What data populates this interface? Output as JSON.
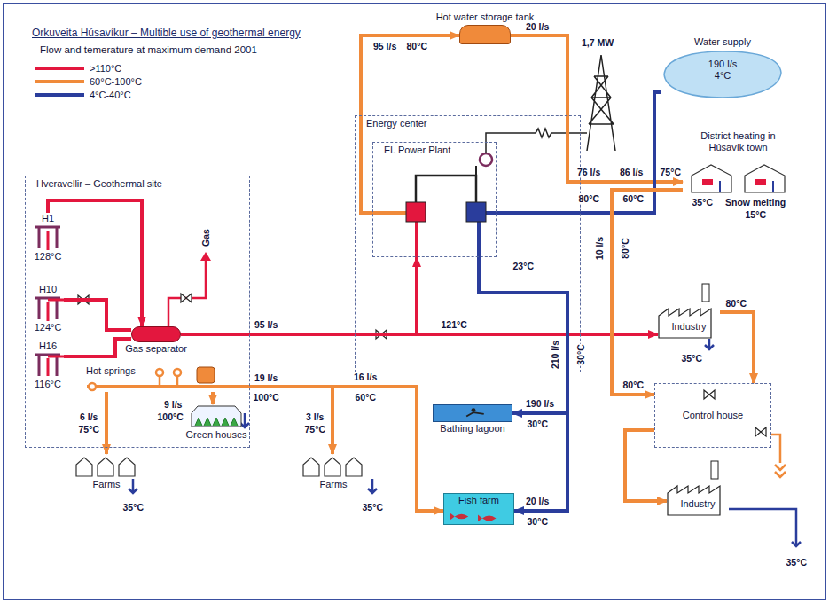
{
  "diagram": {
    "title": "Orkuveita Húsavíkur – Multible use of geothermal energy",
    "nodes": [
      {
        "text": [
          "Hveravellir – Geothermal site"
        ]
      },
      {
        "text": [
          "H1",
          "128°C"
        ],
        "in": 0
      },
      {
        "text": [
          "H10",
          "124°C"
        ],
        "in": 0
      },
      {
        "text": [
          "H16",
          "116°C"
        ],
        "in": 0
      },
      {
        "text": [
          "Gas separator"
        ],
        "in": 0
      },
      {
        "text": [
          "Hot springs"
        ],
        "in": 0
      },
      {
        "text": [
          "Green houses"
        ],
        "in": 0
      },
      {
        "text": [
          "Energy center"
        ]
      },
      {
        "text": [
          "El. Power Plant"
        ],
        "in": 7
      },
      {
        "text": [
          "Hot water storage tank"
        ]
      },
      {
        "text": [
          "Water supply",
          "190 l/s",
          "4°C"
        ]
      },
      {
        "text": [
          "District heating in Húsavík town"
        ]
      },
      {
        "text": [
          "Industry"
        ]
      },
      {
        "text": [
          "Control house"
        ]
      },
      {
        "text": [
          "Industry"
        ]
      },
      {
        "text": [
          "Farms"
        ]
      },
      {
        "text": [
          "Farms"
        ]
      },
      {
        "text": [
          "Bathing lagoon"
        ]
      },
      {
        "text": [
          "Fish farm"
        ]
      }
    ],
    "edges": [
      {
        "from": 1,
        "to": 4,
        "arrow": "to"
      },
      {
        "from": 2,
        "to": 4,
        "arrow": "none"
      },
      {
        "from": 3,
        "to": 4,
        "arrow": "none"
      },
      {
        "from": 4,
        "to": 8,
        "label": "95 l/s",
        "arrow": "to"
      },
      {
        "from": 4,
        "to": 12,
        "label": "121°C",
        "arrow": "to"
      },
      {
        "from": 8,
        "to": 9,
        "label": "95 l/s",
        "arrow": "to"
      },
      {
        "from": 9,
        "to": 11,
        "label": "20 l/s",
        "arrow": "to"
      },
      {
        "from": 10,
        "to": 8,
        "arrow": "none"
      },
      {
        "from": 11,
        "to": 13,
        "arrow": "to"
      },
      {
        "from": 12,
        "to": 13,
        "arrow": "to"
      },
      {
        "from": 13,
        "to": 14,
        "arrow": "to"
      },
      {
        "from": 8,
        "to": 17,
        "label": "190 l/s",
        "arrow": "to"
      },
      {
        "from": 8,
        "to": 18,
        "label": "20 l/s",
        "arrow": "to"
      },
      {
        "from": 5,
        "to": 6,
        "arrow": "to"
      },
      {
        "from": 5,
        "to": 15,
        "arrow": "to"
      },
      {
        "from": 5,
        "to": 16,
        "arrow": "to"
      },
      {
        "from": 5,
        "to": 18,
        "label": "16 l/s",
        "arrow": "to"
      }
    ],
    "labels": [
      "Flow and temerature at maximum demand 2001",
      "Gas",
      "80°C",
      "1,7 MW",
      "76 l/s",
      "86 l/s",
      "80°C",
      "60°C",
      "75°C",
      "35°C",
      "Snow melting",
      "15°C",
      "23°C",
      "10 l/s",
      "80°C",
      "80°C",
      "35°C",
      "80°C",
      "210 l/s",
      "30°C",
      "35°C",
      "19 l/s",
      "100°C",
      "60°C",
      "9 l/s",
      "100°C",
      "6 l/s",
      "75°C",
      "3 l/s",
      "75°C",
      "35°C",
      "35°C",
      "30°C",
      "30°C"
    ],
    "legend": [
      {
        "text": ">110°C",
        "color": "#e3173e"
      },
      {
        "text": "60°C-100°C",
        "color": "#f08a3a"
      },
      {
        "text": "4°C-40°C",
        "color": "#2a3d9c"
      }
    ]
  }
}
